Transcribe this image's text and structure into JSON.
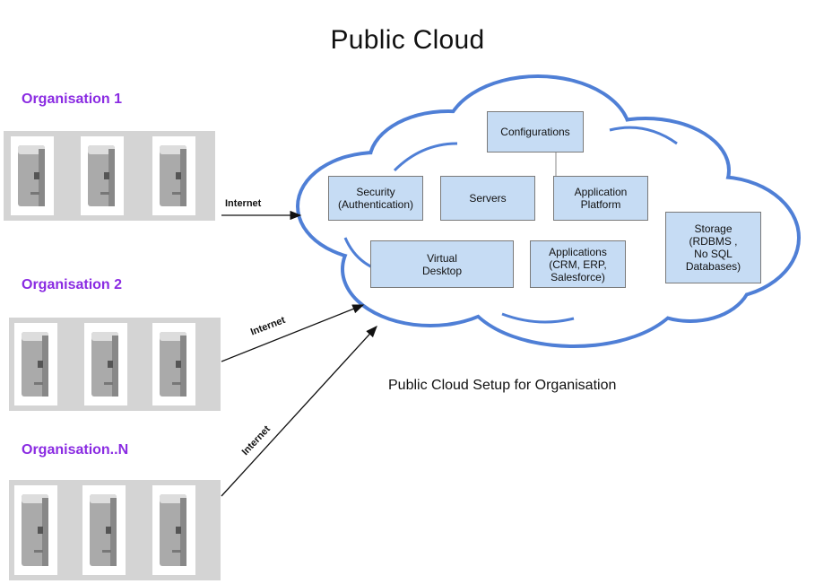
{
  "title": "Public Cloud",
  "caption": "Public Cloud Setup for Organisation",
  "organisations": [
    {
      "label": "Organisation 1"
    },
    {
      "label": "Organisation 2"
    },
    {
      "label": "Organisation..N"
    }
  ],
  "connections": [
    {
      "label": "Internet"
    },
    {
      "label": "Internet"
    },
    {
      "label": "Internet"
    }
  ],
  "cloud_services": {
    "configurations": "Configurations",
    "security": "Security\n(Authentication)",
    "servers": "Servers",
    "application_platform": "Application\nPlatform",
    "storage": "Storage\n(RDBMS ,\nNo SQL\nDatabases)",
    "virtual_desktop": "Virtual\nDesktop",
    "applications": "Applications\n(CRM, ERP,\nSalesforce)"
  },
  "colors": {
    "org_label": "#8a2be2",
    "cloud_border": "#4f7fd6",
    "box_fill": "#c6dcf4",
    "rack_bg": "#d4d4d4"
  }
}
